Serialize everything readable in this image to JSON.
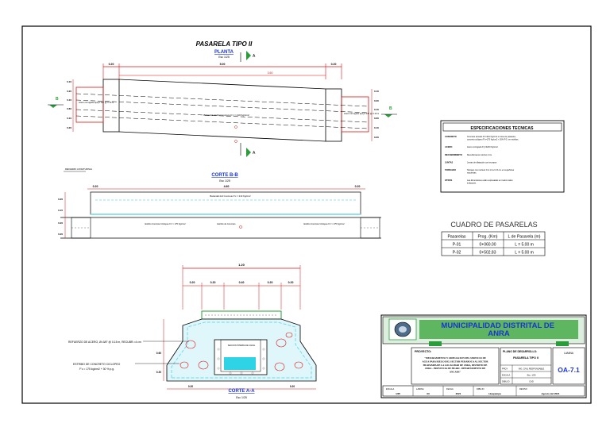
{
  "drawing": {
    "main_title": "PASARELA TIPO II",
    "plan": {
      "title": "PLANTA",
      "scale": "Esc 1/25",
      "dims_top": [
        "0.20",
        "5.00",
        "0.20"
      ],
      "dim_inner": "3.60",
      "side_dims_left": [
        "0.10",
        "0.20",
        "0.10",
        "0.60",
        "0.10",
        "0.20"
      ],
      "side_dims_right": [
        "0.10",
        "0.20",
        "0.10",
        "0.60",
        "0.10",
        "0.20"
      ],
      "cut_letter_a": "A",
      "cut_letter_b": "B",
      "note_left": "Acero corrugado apoyo 3/8\" @ 0.10 m",
      "note_center": [
        "Barandal 4x4/4 Concreto F'c = 210 Kg/cm2"
      ],
      "note_right": "Acero corrugado apoyo 3/8\" @ 0.10 m"
    },
    "section_bb": {
      "title": "CORTE B-B",
      "scale": "Esc 1/25",
      "dims_top": [
        "0.20",
        "4.60",
        "0.20"
      ],
      "left_dims": [
        "0.20",
        "0.15",
        "0.20",
        "0.20"
      ],
      "note_top_left": "REFUERZO LONGITUDINAL",
      "note_deck": "Barandal 4x4 Concreto F'c = 210 Kg/cm2",
      "note_left_support": "Estribo Concreto Ciclopeo F'c = 175 Kg/cm2",
      "note_center_support": "Estribo de Concreto",
      "note_right_support": "Estribo Concreto Ciclopeo F'c = 175 Kg/cm2"
    },
    "section_aa": {
      "title": "CORTE A-A",
      "scale": "Esc 1/25",
      "dim_total": "1.20",
      "dims_parts": [
        "0.20",
        "0.20",
        "0.40",
        "0.20",
        "0.20"
      ],
      "dim_height": "0.60",
      "dim_foot": "0.20",
      "dim_bottom_left": "0.20",
      "dim_bottom_right": "0.20",
      "note_rebar": "REFUERZO DE ACERO, Ø=3/8\" @ 0.15 m, RECUBR.=4 cm",
      "note_stirrup": "ESTRIBO DE CONCRETO CICLOPEO",
      "note_stirrup_fc": "F'c = 175 kg/cm2 + 30 % p.g.",
      "channel_label": "SECCION INTERNA DE CANAL"
    }
  },
  "specs": {
    "title": "ESPECIFICACIONES TECNICAS",
    "rows": [
      {
        "label": "CONCRETO",
        "text": "Concreto armado F'c=210 Kg/cm2 en losa de pasarela; concreto ciclópeo F'c=175 Kg/cm2 + 30% P.G. en estribos."
      },
      {
        "label": "ACERO",
        "text": "Acero corrugado F'y=4200 Kg/cm2."
      },
      {
        "label": "RECUBRIMIENTO",
        "text": "Recubrimiento mínimo 4 cm."
      },
      {
        "label": "JUNTAS",
        "text": "Juntas de dilatación con tecnopor."
      },
      {
        "label": "TARRAJEO",
        "text": "Tarrajeo con mortero C:A 1:4 e=1.5 cm en superficies expuestas."
      },
      {
        "label": "OTROS",
        "text": "Las dimensiones están expresadas en metros salvo indicación."
      }
    ]
  },
  "table": {
    "title": "CUADRO DE PASARELAS",
    "headers": [
      "Pasarelas",
      "Prog. (Km)",
      "L de Pasarela (m)"
    ],
    "rows": [
      [
        "P-01",
        "0+060.00",
        "L = 5.00 m"
      ],
      [
        "P-02",
        "0+502.83",
        "L = 5.00 m"
      ]
    ]
  },
  "title_block": {
    "institution": "MUNICIPALIDAD DISTRITAL DE ANRA",
    "project_label": "PROYECTO:",
    "project_text": "\"MEJORAMIENTO Y AMPLIACION DEL SERVICIO DE AGUA PARA RIEGO DEL SECTOR PURABOCA AL SECTOR HUAPAMPA DE LA LOCALIDAD DE ANRA, DISTRITO DE ANRA - PROVINCIA DE HUARI - DEPARTAMENTO DE ANCASH\"",
    "plan_label": "PLANO DE DESARROLLO:",
    "plan_name": "PASARELA TIPO II",
    "rows": [
      {
        "label": "PROY",
        "value": "ING. CIVIL RESPONSABLE"
      },
      {
        "label": "ESCALA",
        "value": "Esc. 1/25"
      },
      {
        "label": "DIBUJO",
        "value": "CAD"
      }
    ],
    "sheet_label": "LAMINA",
    "sheet_code": "OA-7.1",
    "bottom": [
      {
        "label": "ESCALA",
        "value": "1/25"
      },
      {
        "label": "LAMINA",
        "value": "03"
      },
      {
        "label": "FECHA",
        "value": "2021"
      },
      {
        "label": "DIBUJO",
        "value": "Huapampa"
      },
      {
        "label": "REVISO",
        "value": "Agosto del 2021"
      }
    ]
  }
}
